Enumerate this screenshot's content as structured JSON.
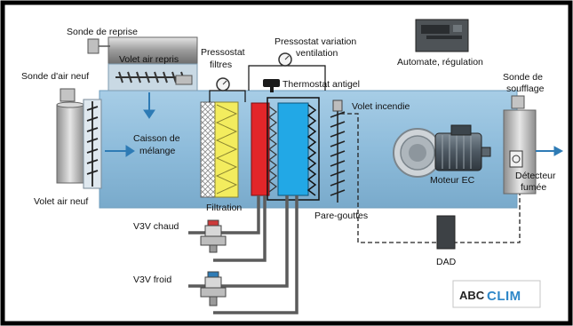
{
  "labels": {
    "sonde_reprise": "Sonde de reprise",
    "volet_air_repris": "Volet air repris",
    "sonde_air_neuf": "Sonde d'air neuf",
    "pressostat_filtres_1": "Pressostat",
    "pressostat_filtres_2": "filtres",
    "pressostat_variation_1": "Pressostat variation",
    "pressostat_variation_2": "ventilation",
    "thermostat_antigel": "Thermostat antigel",
    "automate": "Automate, régulation",
    "sonde_soufflage_1": "Sonde de",
    "sonde_soufflage_2": "soufflage",
    "caisson_1": "Caisson de",
    "caisson_2": "mélange",
    "volet_incendie": "Volet incendie",
    "moteur_ec": "Moteur EC",
    "detecteur_1": "Détecteur",
    "detecteur_2": "fumée",
    "volet_air_neuf": "Volet air neuf",
    "filtration": "Filtration",
    "pare_gouttes": "Pare-gouttes",
    "v3v_chaud": "V3V chaud",
    "v3v_froid": "V3V froid",
    "dad": "DAD"
  },
  "logo": {
    "part1": "ABC",
    "part2": "CLIM"
  },
  "colors": {
    "frame": "#000000",
    "housing": "#8fbfdd",
    "filter": "#f3ec5e",
    "hot_coil": "#e2262a",
    "cold_coil": "#22a8e6",
    "logo_accent": "#2e87c8"
  }
}
